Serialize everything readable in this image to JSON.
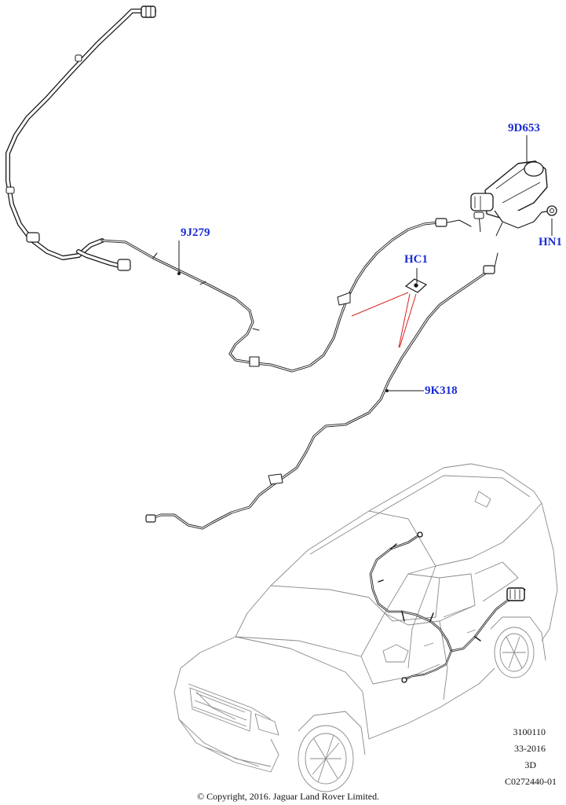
{
  "callouts": {
    "vent_pipe_upper": "9J279",
    "canister": "9D653",
    "clip": "HC1",
    "nut": "HN1",
    "vent_pipe_lower": "9K318"
  },
  "reference": {
    "line1": "3100110",
    "line2": "33-2016",
    "line3": "3D",
    "line4": "C0272440-01"
  },
  "copyright": "© Copyright, 2016. Jaguar Land Rover Limited.",
  "colors": {
    "callout_text": "#1a2bd6",
    "leader_red": "#d42020",
    "line_art": "#1a1a1a",
    "car_outline": "#8a8a8a"
  }
}
